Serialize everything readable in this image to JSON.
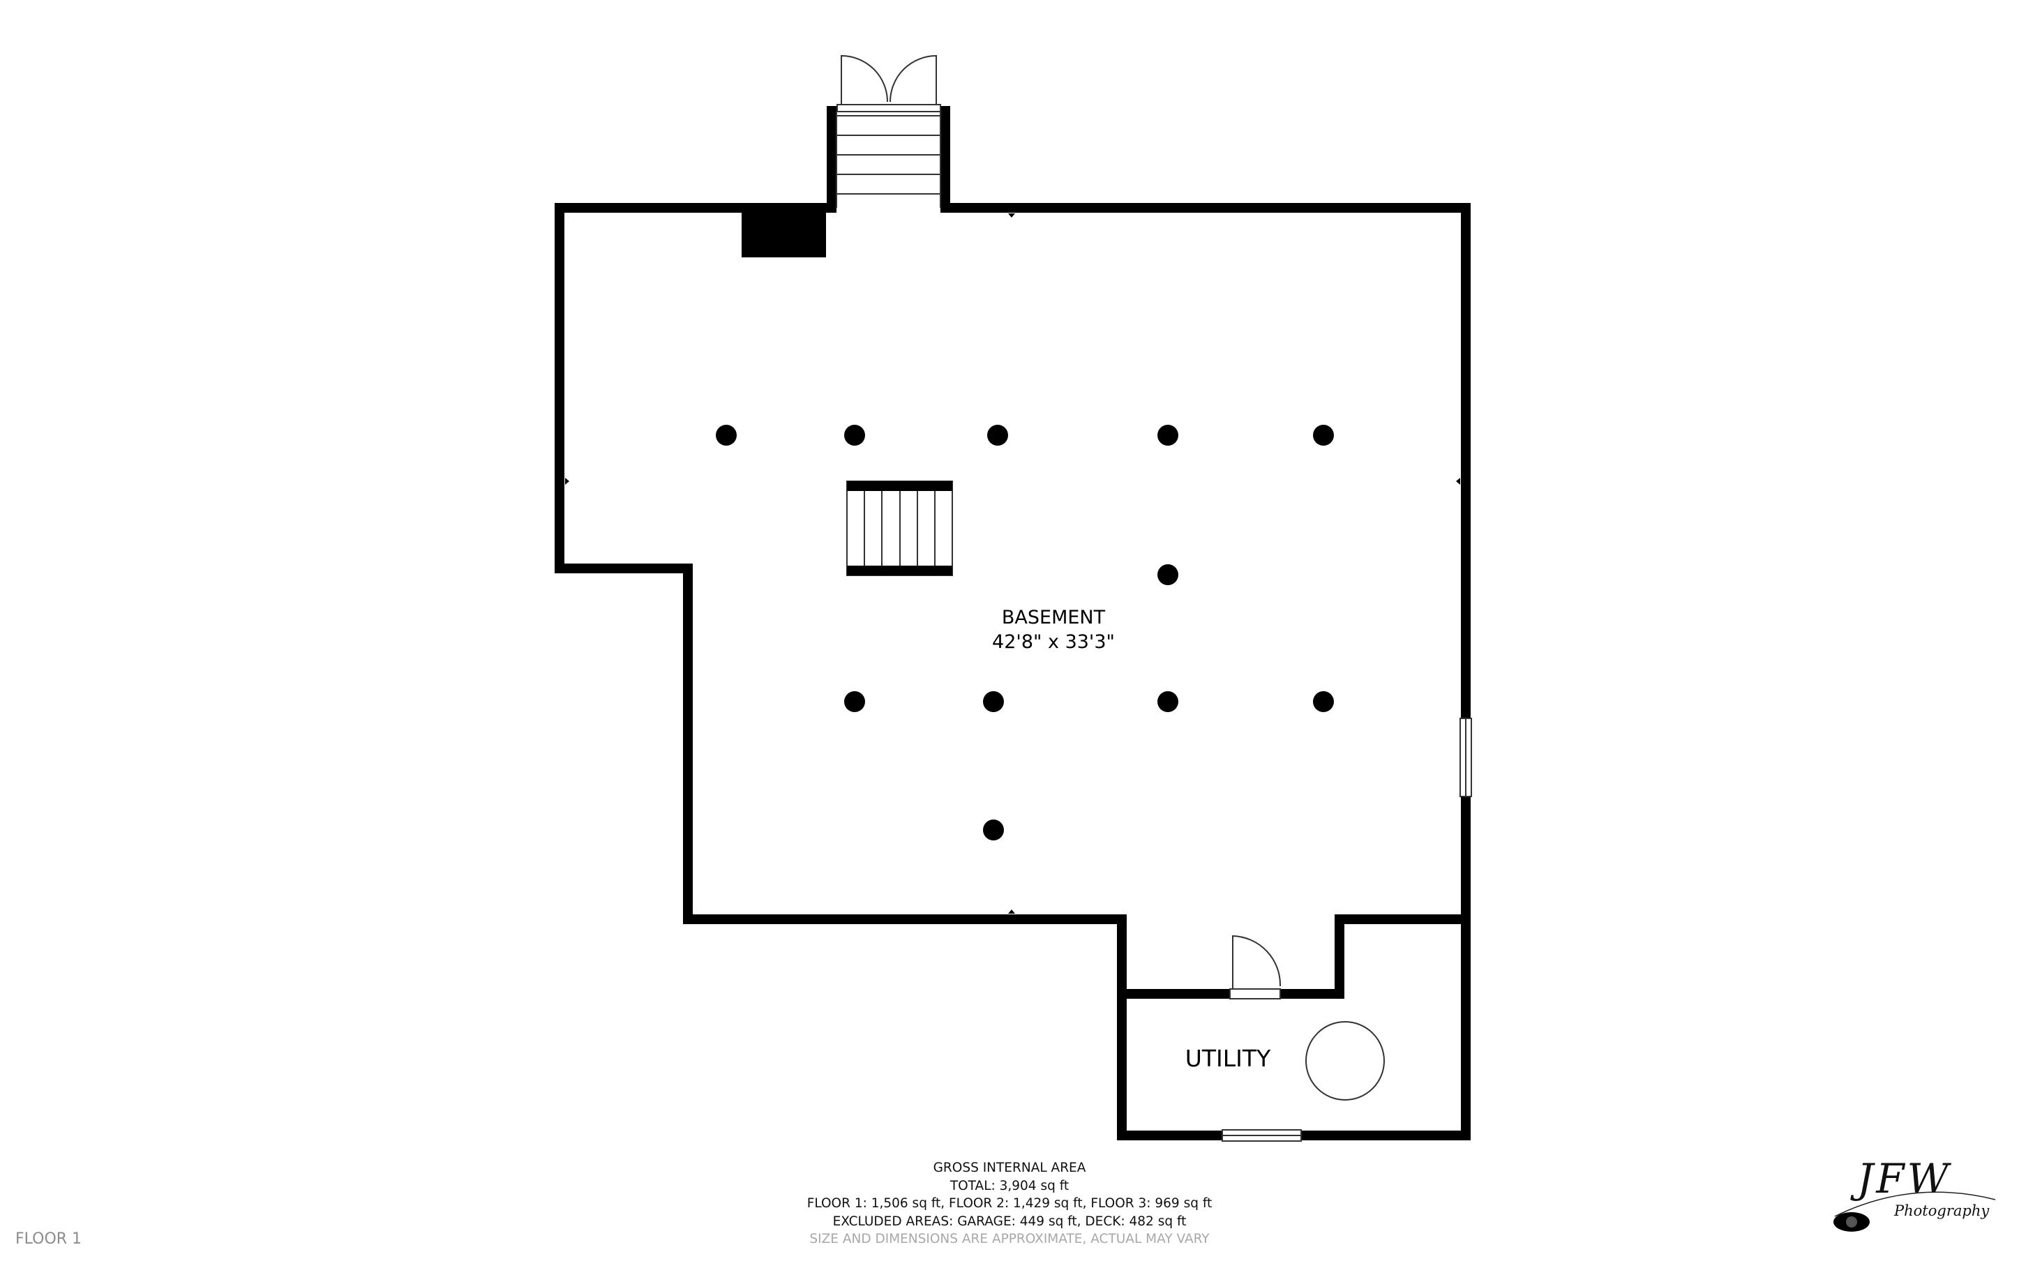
{
  "rooms": {
    "basement": {
      "name": "BASEMENT",
      "dimensions": "42'8\" x 33'3\""
    },
    "utility": {
      "name": "UTILITY"
    }
  },
  "area_summary": {
    "heading": "GROSS INTERNAL AREA",
    "total": "TOTAL: 3,904 sq ft",
    "floors": "FLOOR 1: 1,506 sq ft, FLOOR 2: 1,429 sq ft, FLOOR 3: 969 sq ft",
    "excluded": "EXCLUDED AREAS: GARAGE: 449 sq ft, DECK: 482 sq ft",
    "disclaimer": "SIZE AND DIMENSIONS ARE APPROXIMATE, ACTUAL MAY VARY"
  },
  "floor_label": "FLOOR 1",
  "logo": {
    "mark": "JFW",
    "subtitle": "Photography"
  },
  "colors": {
    "wall": "#000000",
    "background": "#ffffff",
    "disclaimer": "#a8a8a8",
    "floor_label": "#8c8c8c"
  }
}
